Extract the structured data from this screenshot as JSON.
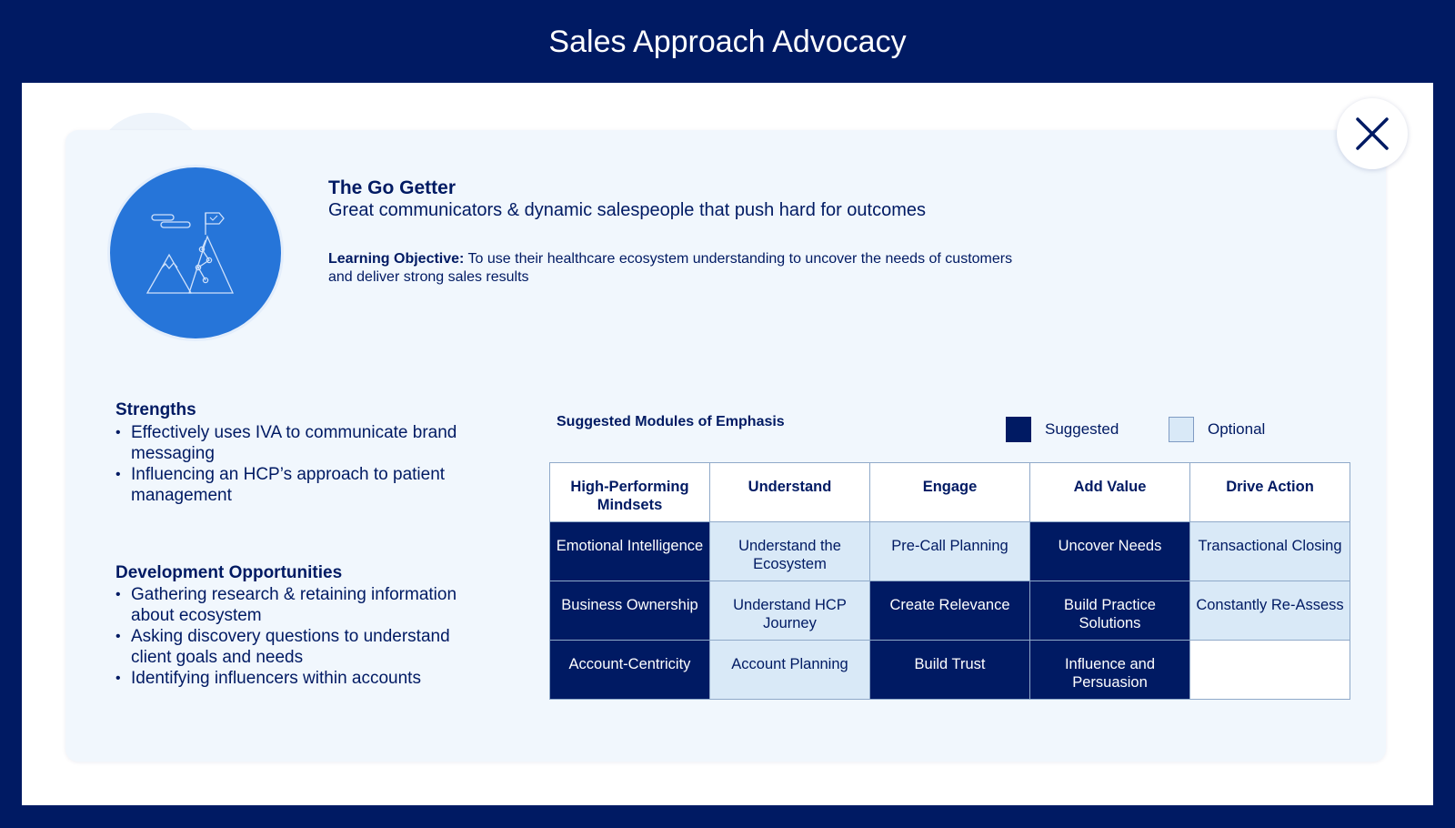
{
  "header": {
    "title": "Sales Approach Advocacy"
  },
  "close_button": {
    "icon": "close-icon"
  },
  "persona": {
    "icon": "mountain-flag-icon",
    "name": "The Go Getter",
    "tagline": "Great communicators & dynamic salespeople that push hard for outcomes",
    "objective_label": "Learning Objective:",
    "objective_text": " To use their healthcare ecosystem understanding to uncover the needs of customers and deliver strong sales results"
  },
  "strengths": {
    "title": "Strengths",
    "items": [
      "Effectively uses IVA to communicate brand messaging",
      "Influencing an HCP’s approach to patient management"
    ]
  },
  "development": {
    "title": "Development Opportunities",
    "items": [
      "Gathering research & retaining information about ecosystem",
      "Asking discovery questions to understand client goals and needs",
      "Identifying influencers within accounts"
    ]
  },
  "modules": {
    "title": "Suggested Modules of Emphasis",
    "legend": {
      "suggested": "Suggested",
      "optional": "Optional"
    },
    "colors": {
      "suggested": "#001a63",
      "optional": "#d9e9f7"
    },
    "columns": [
      "High-Performing Mindsets",
      "Understand",
      "Engage",
      "Add Value",
      "Drive Action"
    ],
    "rows": [
      [
        {
          "label": "Emotional Intelligence",
          "status": "suggested"
        },
        {
          "label": "Understand the Ecosystem",
          "status": "optional"
        },
        {
          "label": "Pre-Call Planning",
          "status": "optional"
        },
        {
          "label": "Uncover Needs",
          "status": "suggested"
        },
        {
          "label": "Transactional Closing",
          "status": "optional"
        }
      ],
      [
        {
          "label": "Business Ownership",
          "status": "suggested"
        },
        {
          "label": "Understand HCP Journey",
          "status": "optional"
        },
        {
          "label": "Create Relevance",
          "status": "suggested"
        },
        {
          "label": "Build Practice Solutions",
          "status": "suggested"
        },
        {
          "label": "Constantly Re-Assess",
          "status": "optional"
        }
      ],
      [
        {
          "label": "Account-Centricity",
          "status": "suggested"
        },
        {
          "label": "Account Planning",
          "status": "optional"
        },
        {
          "label": "Build Trust",
          "status": "suggested"
        },
        {
          "label": "Influence and Persuasion",
          "status": "suggested"
        },
        {
          "label": "",
          "status": "empty"
        }
      ]
    ]
  }
}
